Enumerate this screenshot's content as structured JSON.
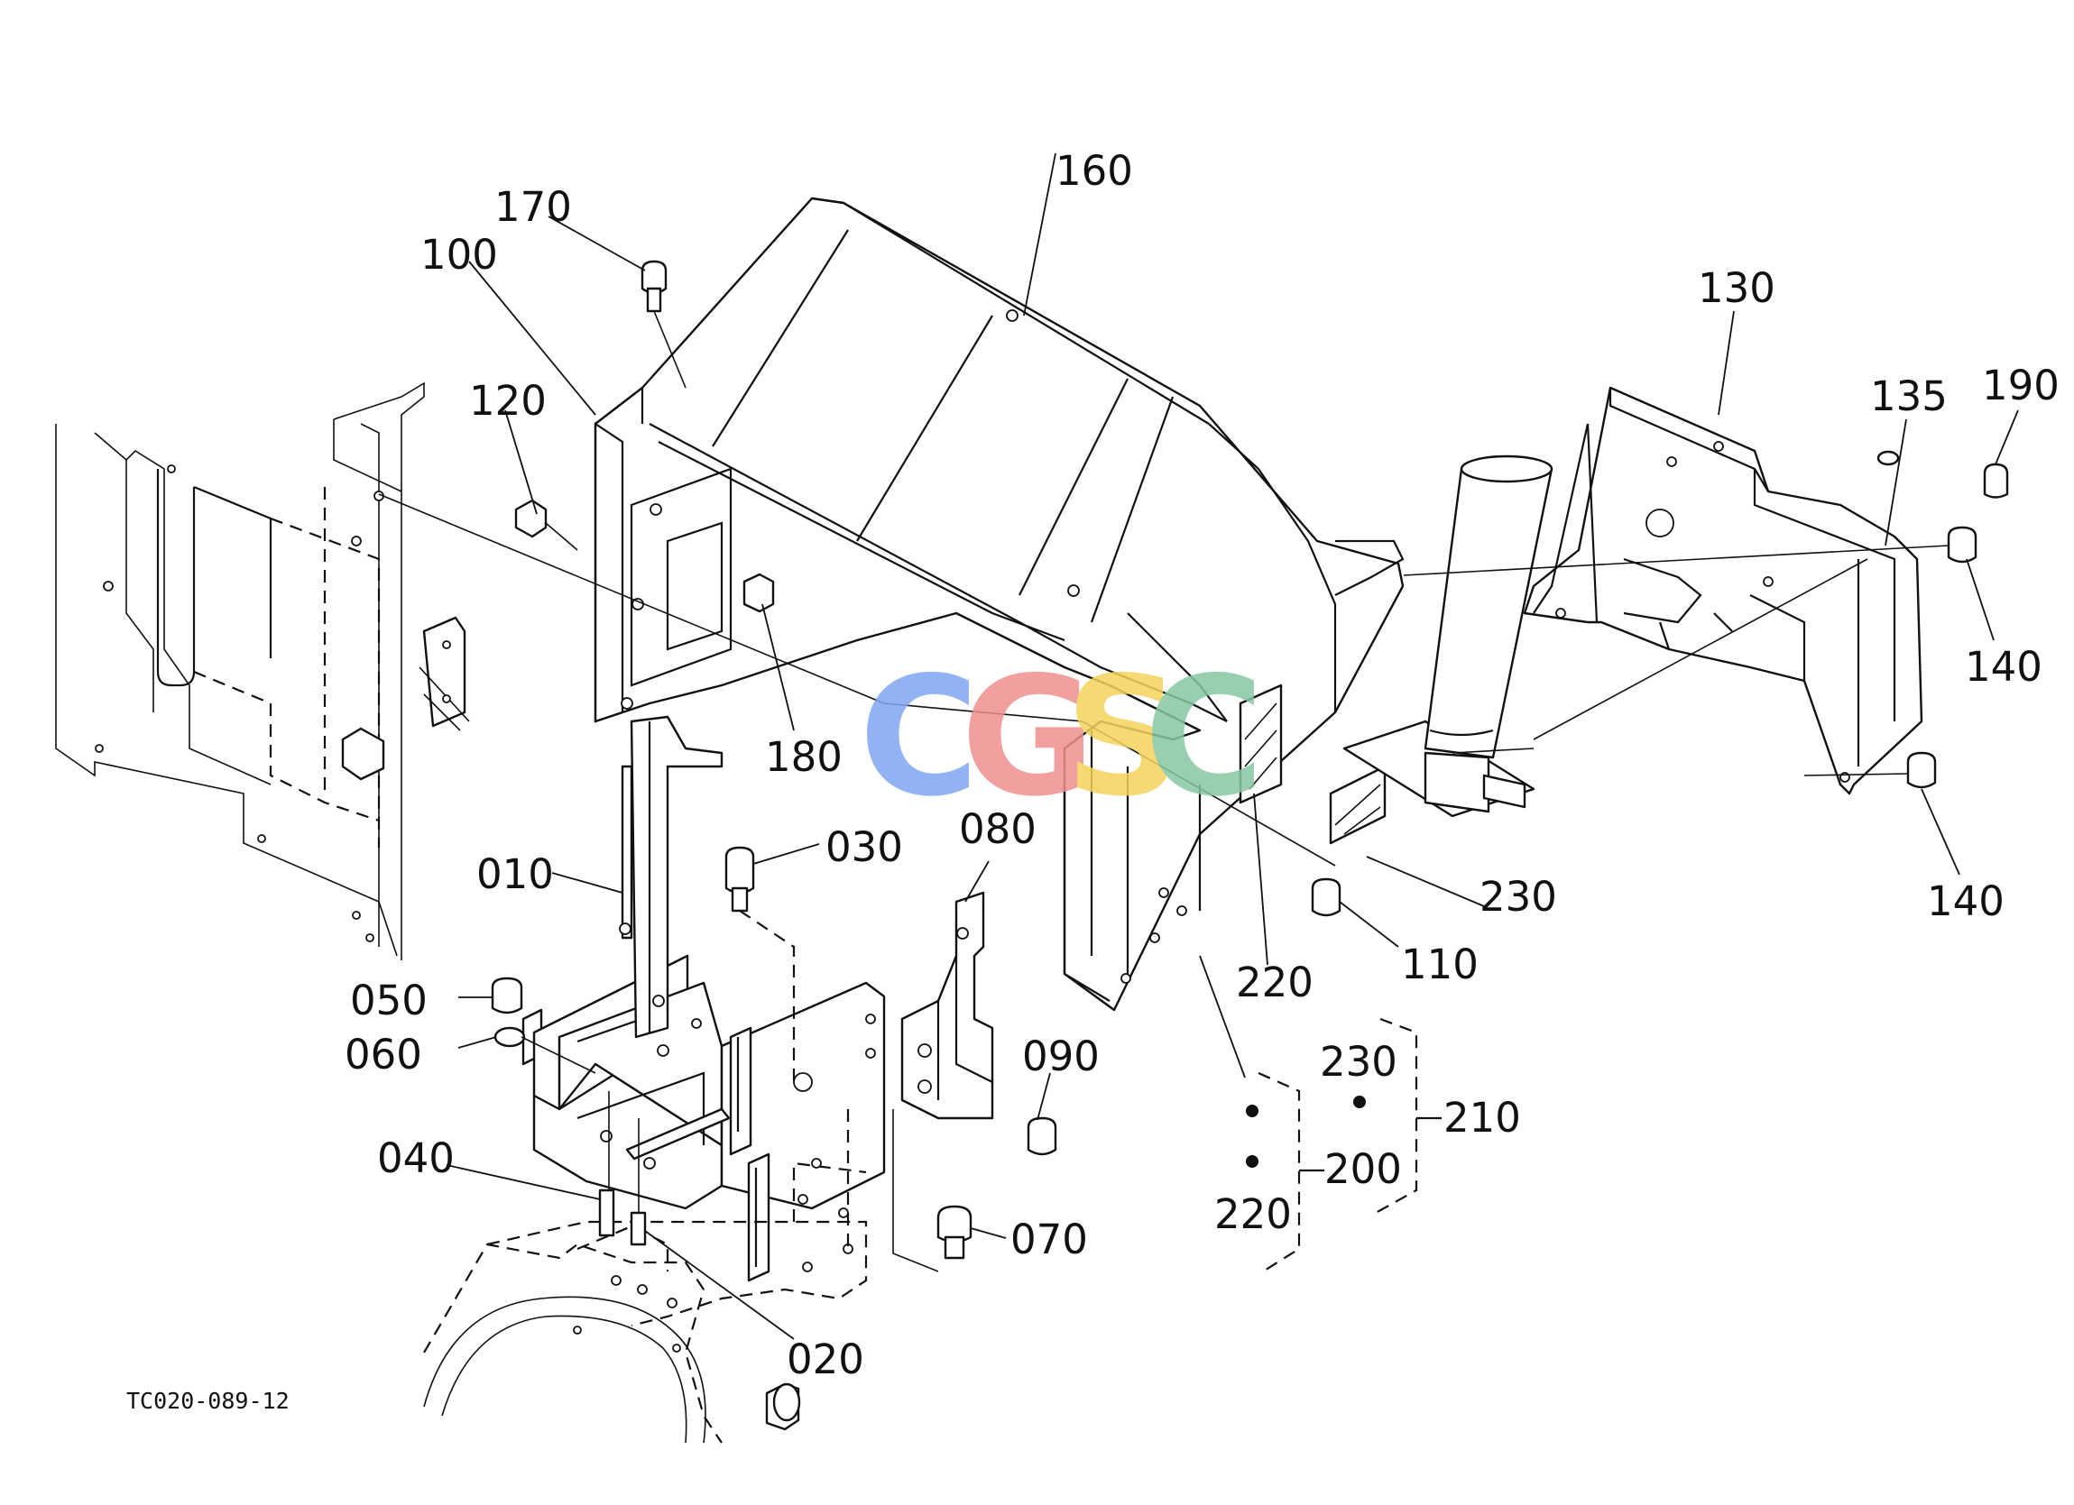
{
  "drawing_code": "TC020-089-12",
  "watermark": {
    "letters": [
      "C",
      "G",
      "S",
      "C"
    ],
    "colors": [
      "#7fa6f2",
      "#f08f8f",
      "#f5d35a",
      "#86c7a2"
    ]
  },
  "callouts": [
    "160",
    "170",
    "100",
    "120",
    "130",
    "135",
    "190",
    "140",
    "140",
    "180",
    "010",
    "030",
    "080",
    "050",
    "060",
    "090",
    "040",
    "070",
    "020",
    "230",
    "220",
    "110",
    "230",
    "210",
    "200",
    "220"
  ]
}
